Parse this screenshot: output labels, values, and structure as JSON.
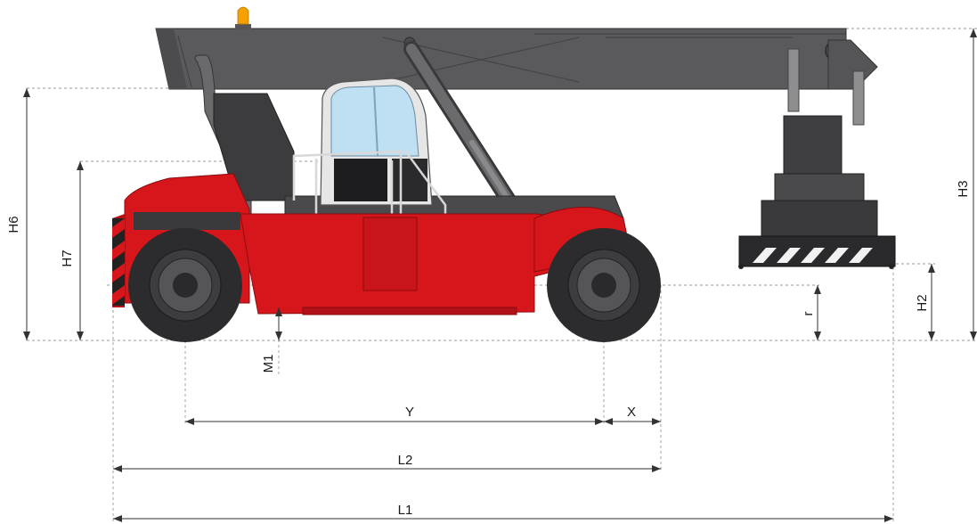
{
  "colors": {
    "body": "#d7161b",
    "body_dark": "#a80f13",
    "boom": "#5a5a5d",
    "boom_dark": "#444446",
    "chassis": "#4a4a4c",
    "tire": "#2c2c2e",
    "cab_glass": "#bfe0f2",
    "beacon": "#f5a000",
    "dimension_line": "#333333",
    "guide_line": "#9a9a9a"
  },
  "dimensions": {
    "H6": "H6",
    "H7": "H7",
    "H3": "H3",
    "H2": "H2",
    "r": "r",
    "M1": "M1",
    "Y": "Y",
    "X": "X",
    "L2": "L2",
    "L1": "L1"
  }
}
